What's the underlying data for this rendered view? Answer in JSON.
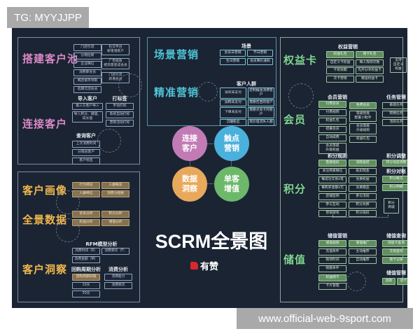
{
  "watermarks": {
    "top_left": "TG: MYYJJPP",
    "bottom_right": "www.official-web-9sport.com"
  },
  "center": {
    "title": "SCRM全景图",
    "brand": "有赞",
    "circles": [
      {
        "label": "连接\n客户",
        "color": "#c27bb4"
      },
      {
        "label": "触点\n营销",
        "color": "#4ab0dc"
      },
      {
        "label": "数据\n洞察",
        "color": "#e8a95c"
      },
      {
        "label": "单客\n增值",
        "color": "#6db86a"
      }
    ]
  },
  "colors": {
    "background": "#1b2433",
    "pink": "#d98ac6",
    "gold": "#f0b84e",
    "cyan": "#4fc3d6",
    "green": "#7fd68e"
  },
  "left_top": {
    "pool_title": "搭建客户池",
    "connect_title": "连接客户",
    "pool_sources": [
      "门店引流",
      "分销拉新",
      "企业微信",
      "消费即会员",
      "网店留存领取",
      "后期沉淀会员"
    ],
    "pool_channels": [
      "社交平台\n新增潜客户",
      "广告投放\n把流量变成会员",
      "门店引流\n新增会员"
    ],
    "import_title": "导入客户",
    "import_items": [
      "第三方客户导入",
      "导入积分、储值、成长值"
    ],
    "tag_title": "打标签",
    "tag_items": [
      "手动打标",
      "系统自动打标",
      "营销活动打标"
    ],
    "query_title": "查询客户",
    "query_items": [
      "上次消费时间",
      "分销员客户",
      "客户标签"
    ]
  },
  "left_bottom": {
    "portrait_title": "客户画像",
    "portrait_items": [
      "行为特征",
      "人群概览",
      "人群特征",
      "消费力指数"
    ],
    "data_title": "全景数据",
    "data_items": [
      "会员分析",
      "积分分析",
      "权益分析",
      "储值分析"
    ],
    "insight_title": "客户洞察",
    "rfm_title": "RFM模型分析",
    "rfm_items": [
      "消费时间（R）",
      "消费频次（F）",
      "消费金额（M）"
    ],
    "repurchase_title": "回购周期分析",
    "repurchase_items": [
      {
        "t": "回购周期间隔",
        "hl": true
      },
      "10天",
      "30天"
    ],
    "consume_title": "消费分析",
    "consume_items": [
      "消费能力",
      "消费频次"
    ]
  },
  "center_top": {
    "scene_title": "场景营销",
    "precise_title": "精准营销",
    "scene_header": "场景",
    "scene_items": [
      "会员日营销",
      "节日营销",
      "生日营销",
      "会员降价通知"
    ],
    "crowd_header": "客户人群",
    "crowd_items": [
      "访问未支付",
      "定制推送消费客户",
      "加购未支付",
      "需要召回的客户",
      "下单未支付",
      "需要点亮卡的客户",
      "沉睡粉丝",
      "高价值流失人群"
    ]
  },
  "right": {
    "card_title": "权益卡",
    "member_title": "会员",
    "points_title": "积分",
    "stored_title": "储值",
    "rights_header": "权益营销",
    "rights_items": [
      {
        "t": "权益礼包",
        "hl": true
      },
      {
        "t": "储卡礼包",
        "hl": true
      },
      "自定义卡权益",
      "每人限领次数",
      "卡有效期",
      "先开分享权益卡",
      "次卡营销",
      "赠送权益卡"
    ],
    "rights_side": "支持\n自定义\n权益",
    "member_header": "会员营销",
    "member_paid": [
      {
        "t": "付费会员",
        "hl": true
      },
      "付费规则",
      "权益礼包",
      "招募会员",
      "自动续费",
      "会员等级\n升级权益"
    ],
    "member_free": [
      {
        "t": "免费会员",
        "hl": true
      },
      "等级智能\n配置小助手",
      "会员等级\n升级规则",
      "权益礼包"
    ],
    "task_header": "任务管理",
    "task_items": [
      "基础任务",
      "购物任务",
      "活跃任务"
    ],
    "points_rule_header": "积分规则",
    "points_earn": [
      {
        "t": "直接抵扣",
        "hl": true
      },
      "关注商家微信",
      "每成功交易x笔",
      "每购买金额x元",
      "店铺签到",
      "参与互动",
      "营销游戏"
    ],
    "points_use": [
      {
        "t": "消耗途径",
        "hl": true
      },
      "抵扣现金",
      "兑换权益",
      "兑换赠品",
      "参与活动",
      "积分兑换",
      "积分抵扣"
    ],
    "points_adjust_header": "积分调整",
    "points_adjust_items": [
      {
        "t": "积分动态调整",
        "hl": true
      }
    ],
    "points_check_header": "积分对账",
    "points_check_items": [
      {
        "t": "积分概况",
        "hl": true
      },
      {
        "t": "积分明细",
        "hl": true
      }
    ],
    "points_mall": "积分\n商城",
    "stored_mkt_header": "储值营销",
    "stored_rules": [
      {
        "t": "储值规则",
        "hl": true
      },
      "充值条件",
      "限领时间",
      "限额条件"
    ],
    "stored_promo": [
      {
        "t": "储值推广",
        "hl": true
      },
      "主动推荐",
      "自动推荐"
    ],
    "stored_cards": [
      {
        "t": "权益储卡",
        "hl": true
      },
      "卡片管理"
    ],
    "stored_query_header": "储值查询",
    "stored_query_items": [
      {
        "t": "储值卡查询",
        "hl": true
      },
      {
        "t": "交易查询",
        "hl": true
      },
      {
        "t": "赠卡记录",
        "hl": true
      }
    ],
    "stored_mgmt_header": "储值管理",
    "stored_mgmt_items": [
      {
        "t": "退款",
        "hl": true
      },
      {
        "t": "退卡",
        "hl": true
      }
    ]
  }
}
